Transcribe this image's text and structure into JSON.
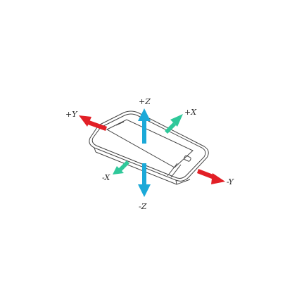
{
  "axes": {
    "z_positive": "+Z",
    "z_negative": "-Z",
    "x_positive": "+X",
    "x_negative": "-X",
    "y_positive": "+Y",
    "y_negative": "-Y"
  },
  "colors": {
    "z_axis": "#1ba9d8",
    "x_axis": "#2fc89a",
    "y_axis": "#e21f26",
    "device_outline": "#444444",
    "label": "#2a2a2a"
  },
  "icon": "phone-icon"
}
